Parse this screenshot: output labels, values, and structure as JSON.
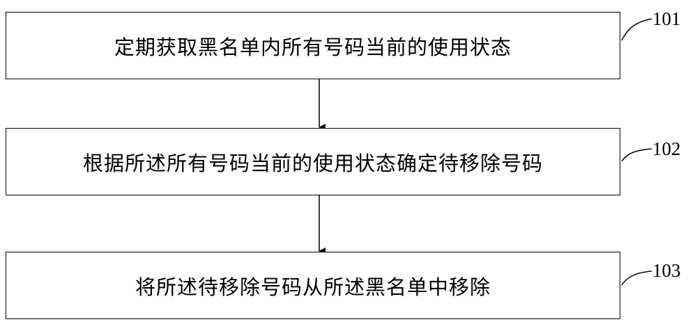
{
  "steps": [
    {
      "id": "101",
      "label": "定期获取黑名单内所有号码当前的使用状态"
    },
    {
      "id": "102",
      "label": "根据所述所有号码当前的使用状态确定待移除号码"
    },
    {
      "id": "103",
      "label": "将所述待移除号码从所述黑名单中移除"
    }
  ]
}
